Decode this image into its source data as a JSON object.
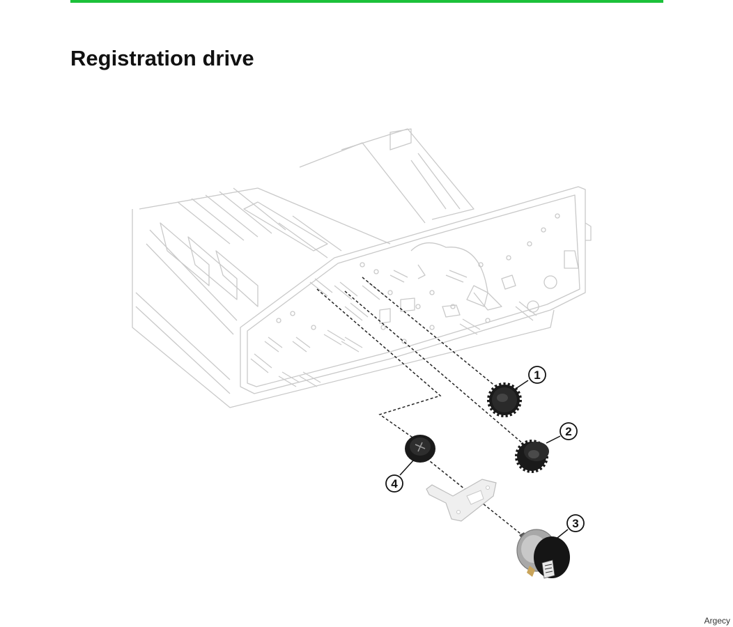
{
  "page": {
    "title": "Registration drive",
    "watermark": "Argecy"
  },
  "colors": {
    "accent_rule": "#1cc13a",
    "frame_line": "#c9c9c9",
    "part_dark": "#1a1a1a",
    "leader": "#222222"
  },
  "callouts": [
    {
      "number": "1"
    },
    {
      "number": "2"
    },
    {
      "number": "3"
    },
    {
      "number": "4"
    }
  ]
}
